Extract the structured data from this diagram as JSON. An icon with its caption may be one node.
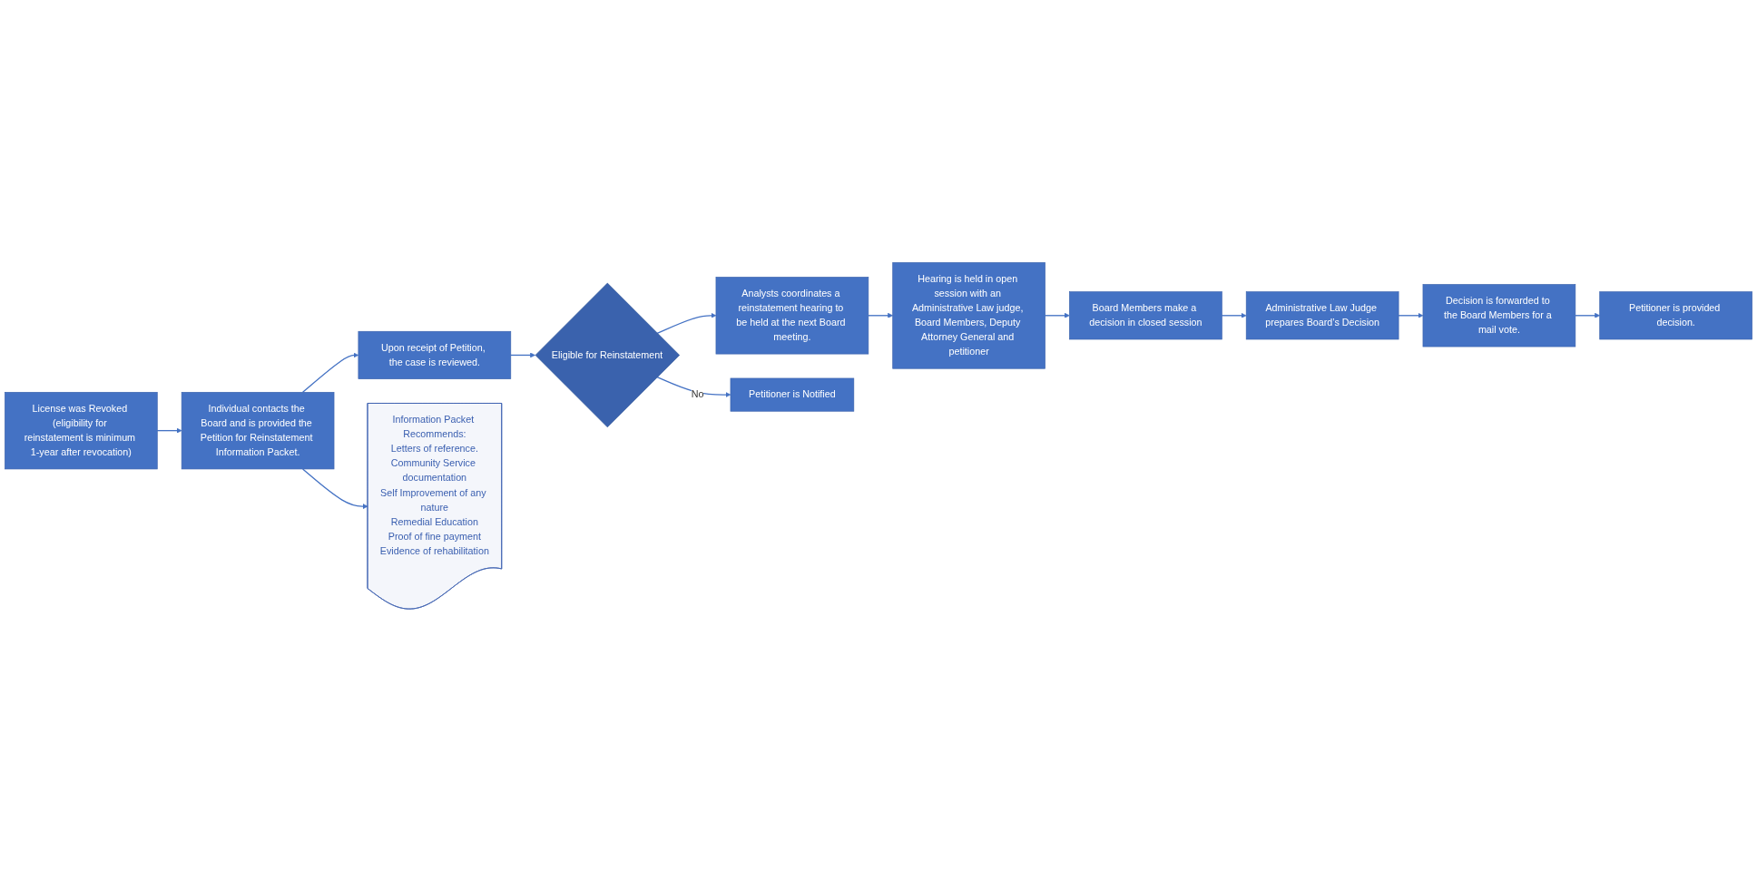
{
  "diagram": {
    "nodes": [
      {
        "text": [
          "License was Revoked (eligibility for reinstatement is minimum 1-year after revocation)"
        ]
      },
      {
        "text": [
          "Individual contacts the Board and is provided the Petition for Reinstatement Information Packet."
        ]
      },
      {
        "text": [
          "Upon receipt of Petition, the case is reviewed."
        ]
      },
      {
        "text": [
          "Eligible for Reinstatement"
        ]
      },
      {
        "text": [
          "Analysts coordinates a reinstatement hearing to be held at the next Board meeting."
        ]
      },
      {
        "text": [
          "Petitioner is Notified"
        ]
      },
      {
        "text": [
          "Information Packet Recommends:",
          "Letters of reference.",
          "Community Service documentation",
          "Self Improvement of any nature",
          "Remedial Education",
          "Proof of fine payment",
          "Evidence of rehabilitation"
        ]
      },
      {
        "text": [
          "Hearing is held in open session with an Administrative Law judge, Board Members, Deputy Attorney General and petitioner"
        ]
      },
      {
        "text": [
          "Board Members make a decision in closed session"
        ]
      },
      {
        "text": [
          "Administrative Law Judge prepares Board’s Decision"
        ]
      },
      {
        "text": [
          "Decision is forwarded to the Board Members for a mail vote."
        ]
      },
      {
        "text": [
          "Petitioner is provided decision."
        ]
      }
    ],
    "edges": [
      {
        "from": 0,
        "to": 1,
        "arrow": "to"
      },
      {
        "from": 1,
        "to": 2,
        "arrow": "to"
      },
      {
        "from": 2,
        "to": 3,
        "arrow": "to"
      },
      {
        "from": 3,
        "to": 4,
        "arrow": "to"
      },
      {
        "from": 3,
        "to": 5,
        "label": "No",
        "arrow": "to"
      },
      {
        "from": 1,
        "to": 6,
        "arrow": "to"
      },
      {
        "from": 4,
        "to": 7,
        "arrow": "to"
      },
      {
        "from": 7,
        "to": 8,
        "arrow": "to"
      },
      {
        "from": 8,
        "to": 9,
        "arrow": "to"
      },
      {
        "from": 9,
        "to": 10,
        "arrow": "to"
      },
      {
        "from": 10,
        "to": 11,
        "arrow": "to"
      }
    ]
  }
}
